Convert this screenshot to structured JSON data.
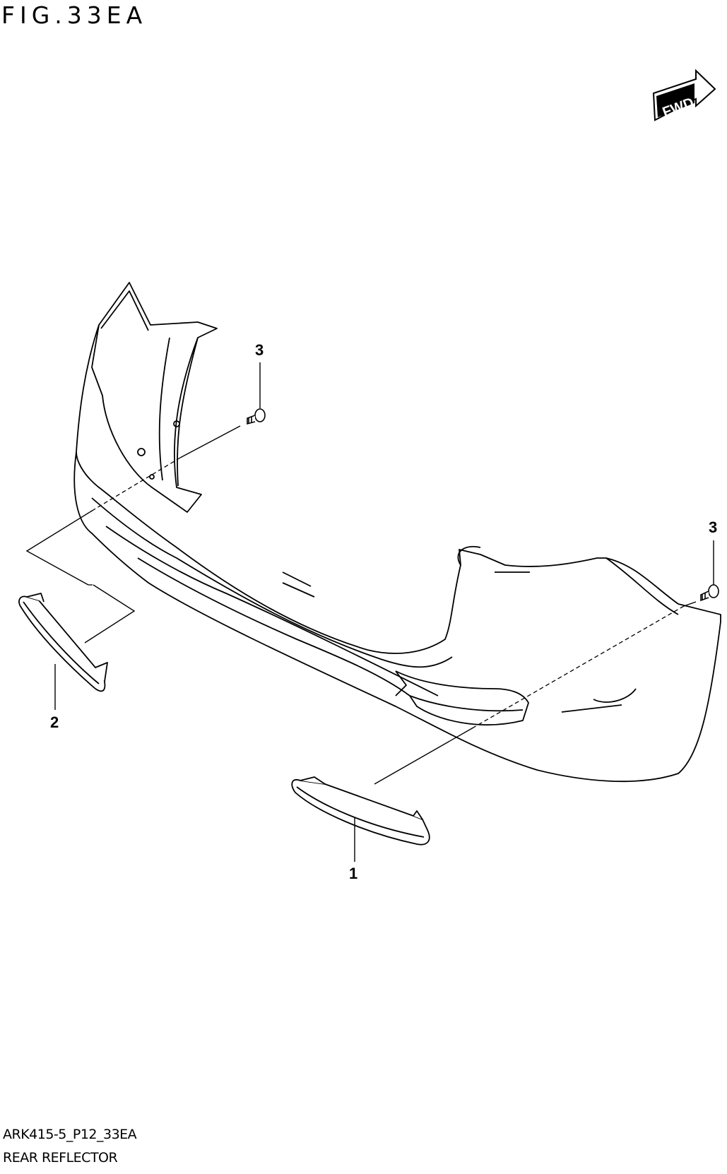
{
  "figure": {
    "title": "FIG.33EA",
    "direction_badge": "FWD"
  },
  "callouts": [
    {
      "id": "1",
      "label": "1"
    },
    {
      "id": "2",
      "label": "2"
    },
    {
      "id": "3a",
      "label": "3"
    },
    {
      "id": "3b",
      "label": "3"
    }
  ],
  "footer": {
    "code": "ARK415-5_P12_33EA",
    "caption": "REAR REFLECTOR"
  },
  "icons": [
    "fwd-arrow-icon"
  ]
}
